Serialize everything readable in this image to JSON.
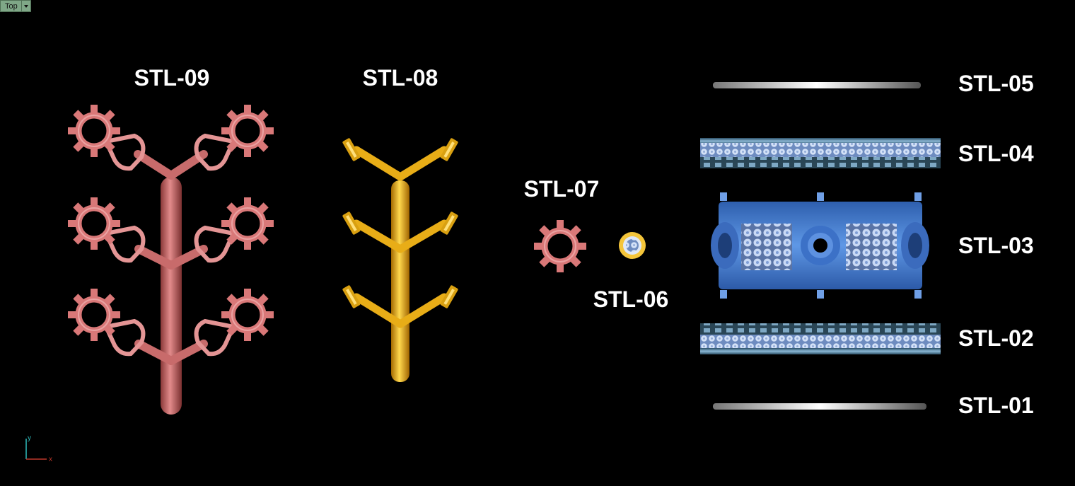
{
  "viewport": {
    "view_name": "Top"
  },
  "labels": {
    "stl09": "STL-09",
    "stl08": "STL-08",
    "stl07": "STL-07",
    "stl06": "STL-06",
    "stl05": "STL-05",
    "stl04": "STL-04",
    "stl03": "STL-03",
    "stl02": "STL-02",
    "stl01": "STL-01"
  },
  "axis": {
    "y": "y",
    "x": "x"
  },
  "colors": {
    "background": "#000000",
    "stl09": "#d97878",
    "stl08": "#f2b721",
    "stl07": "#d97878",
    "stl06": "#f4c53a",
    "blue_part": "#4f88d8",
    "lattice": "#b8ccf0",
    "silver": "#e8e8e8"
  }
}
